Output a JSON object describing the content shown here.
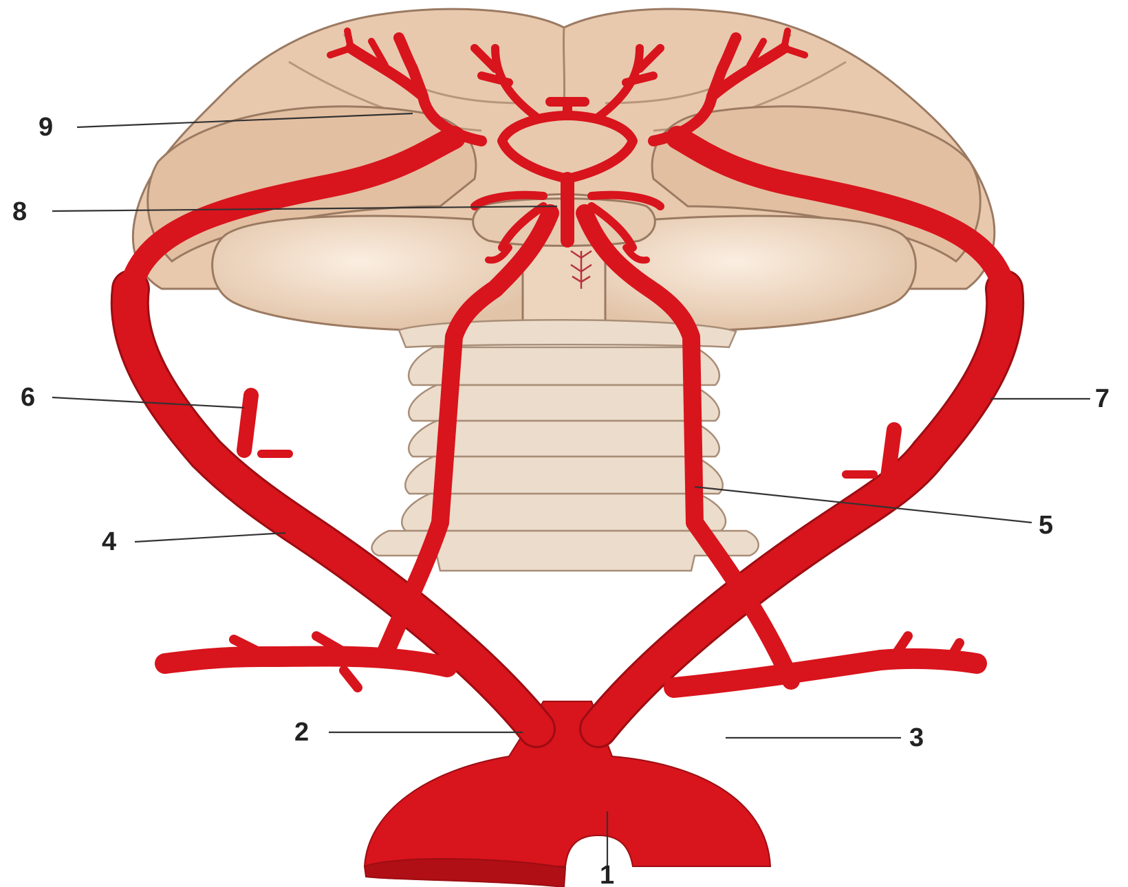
{
  "colors": {
    "artery": "#d8141c",
    "artery_edge": "#9c0d12",
    "brain": "#e8c9ae",
    "brain_shadow": "#d9b596",
    "bone": "#ecdccb",
    "label_text": "#222222",
    "background": "#ffffff"
  },
  "labels": [
    {
      "id": "1",
      "text": "1"
    },
    {
      "id": "2",
      "text": "2"
    },
    {
      "id": "3",
      "text": "3"
    },
    {
      "id": "4",
      "text": "4"
    },
    {
      "id": "5",
      "text": "5"
    },
    {
      "id": "6",
      "text": "6"
    },
    {
      "id": "7",
      "text": "7"
    },
    {
      "id": "8",
      "text": "8"
    },
    {
      "id": "9",
      "text": "9"
    }
  ]
}
